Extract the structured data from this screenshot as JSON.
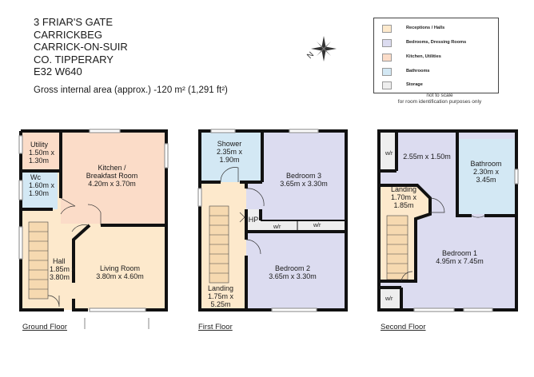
{
  "address": {
    "line1": "3 FRIAR'S GATE",
    "line2": "CARRICKBEG",
    "line3": "CARRICK-ON-SUIR",
    "line4": "CO. TIPPERARY",
    "line5": "E32 W640"
  },
  "gross_area": "Gross internal area (approx.) -120 m² (1,291 ft²)",
  "compass_letter": "N",
  "legend": [
    {
      "label": "Receptions / Halls",
      "color": "#fde9cc"
    },
    {
      "label": "Bedrooms, Dressing Rooms",
      "color": "#dcdcf0"
    },
    {
      "label": "Kitchen, Utilities",
      "color": "#fbdcc8"
    },
    {
      "label": "Bathrooms",
      "color": "#d3e8f4"
    },
    {
      "label": "Storage",
      "color": "#eeeeee"
    }
  ],
  "note_line1": "not to scale",
  "note_line2": "for room identification purposes only",
  "floors": {
    "ground": "Ground Floor",
    "first": "First Floor",
    "second": "Second Floor"
  },
  "rooms": {
    "utility": [
      "Utility",
      "1.50m x",
      "1.30m"
    ],
    "kitchen": [
      "Kitchen /",
      "Breakfast Room",
      "4.20m x 3.70m"
    ],
    "wc": [
      "Wc",
      "1.60m x",
      "1.90m"
    ],
    "hall": [
      "Hall",
      "1.85m x",
      "3.80m"
    ],
    "living": [
      "Living Room",
      "3.80m x 4.60m"
    ],
    "shower": [
      "Shower",
      "2.35m x",
      "1.90m"
    ],
    "bedroom3": [
      "Bedroom 3",
      "3.65m x 3.30m"
    ],
    "hp": "HP",
    "wr": "w/r",
    "bedroom2": [
      "Bedroom 2",
      "3.65m x 3.30m"
    ],
    "landing1": [
      "Landing",
      "1.75m x",
      "5.25m"
    ],
    "top_room": "2.55m x 1.50m",
    "bathroom": [
      "Bathroom",
      "2.30m x",
      "3.45m"
    ],
    "landing2": [
      "Landing",
      "1.70m x",
      "1.85m"
    ],
    "bedroom1": [
      "Bedroom 1",
      "4.95m x 7.45m"
    ]
  }
}
